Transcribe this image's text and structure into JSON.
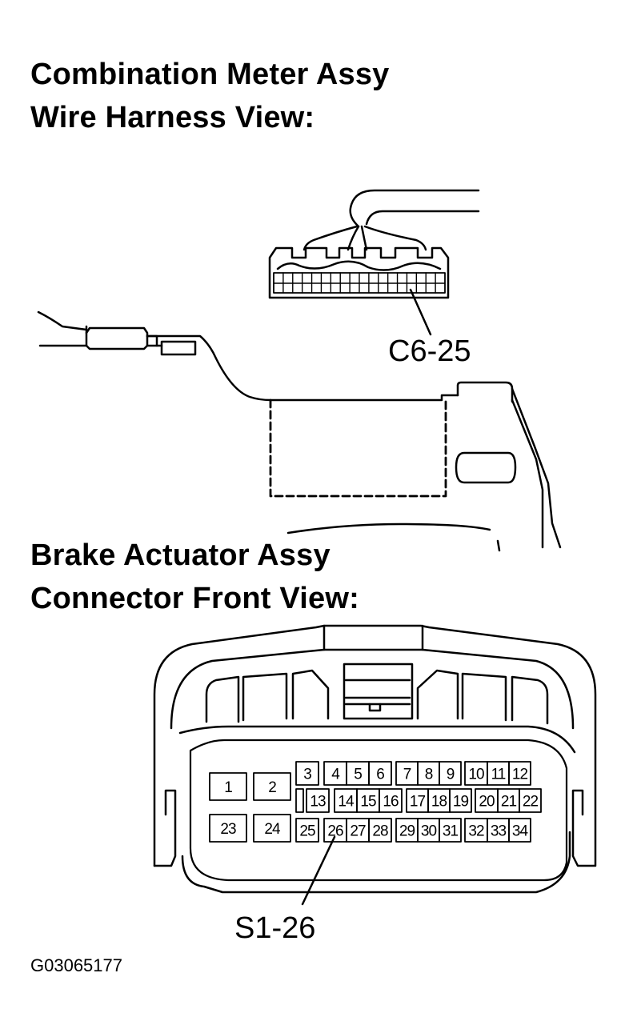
{
  "headings": {
    "combination_meter": [
      "Combination Meter Assy",
      "Wire Harness View:"
    ],
    "brake_actuator": [
      "Brake Actuator Assy",
      "Connector Front View:"
    ]
  },
  "callouts": {
    "meter_terminal": "C6-25",
    "actuator_terminal": "S1-26"
  },
  "connector_pins": {
    "large": [
      "1",
      "2",
      "23",
      "24"
    ],
    "row1": [
      "3",
      "4",
      "5",
      "6",
      "7",
      "8",
      "9",
      "10",
      "11",
      "12"
    ],
    "row2": [
      "13",
      "14",
      "15",
      "16",
      "17",
      "18",
      "19",
      "20",
      "21",
      "22"
    ],
    "row3": [
      "25",
      "26",
      "27",
      "28",
      "29",
      "30",
      "31",
      "32",
      "33",
      "34"
    ]
  },
  "figure_id": "G03065177"
}
